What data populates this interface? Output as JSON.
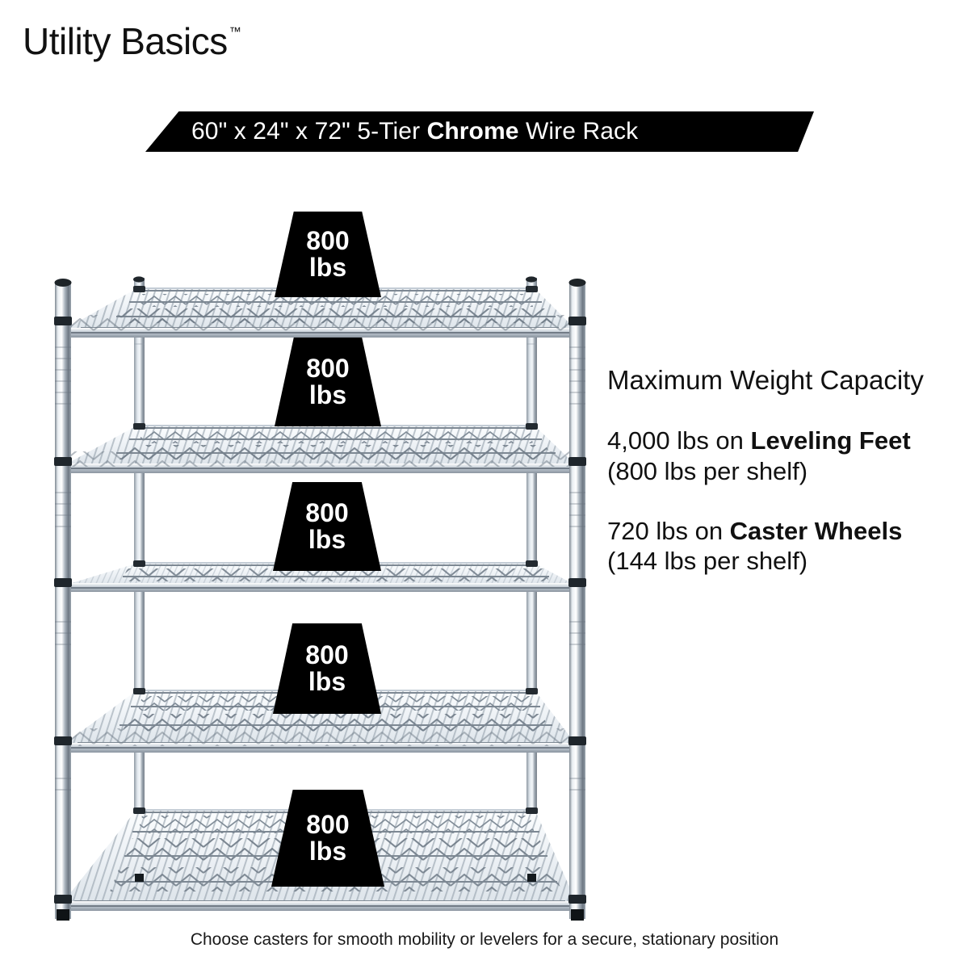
{
  "brand": {
    "name": "Utility Basics",
    "trademark": "™"
  },
  "banner": {
    "full_text": "60\" x 24\" x 72\" 5-Tier Chrome Wire Rack",
    "pre": "60\" x 24\" x 72\" 5-Tier ",
    "emphasis": "Chrome",
    "post": " Wire Rack"
  },
  "info": {
    "heading": "Maximum Weight Capacity",
    "leveling": {
      "pre": "4,000 lbs on ",
      "emphasis": "Leveling Feet",
      "post": " (800 lbs per shelf)",
      "total": "4,000 lbs",
      "per_shelf": "800 lbs",
      "mount": "Leveling Feet"
    },
    "caster": {
      "pre": "720 lbs on ",
      "emphasis": "Caster Wheels",
      "post": " (144 lbs per shelf)",
      "total": "720 lbs",
      "per_shelf": "144 lbs",
      "mount": "Caster Wheels"
    }
  },
  "caption": "Choose casters for smooth mobility or levelers for a secure, stationary position",
  "badges": [
    {
      "value": "800",
      "unit": "lbs",
      "shelf": 1
    },
    {
      "value": "800",
      "unit": "lbs",
      "shelf": 2
    },
    {
      "value": "800",
      "unit": "lbs",
      "shelf": 3
    },
    {
      "value": "800",
      "unit": "lbs",
      "shelf": 4
    },
    {
      "value": "800",
      "unit": "lbs",
      "shelf": 5
    }
  ],
  "product": {
    "width_in": "60\"",
    "depth_in": "24\"",
    "height_in": "72\"",
    "tiers": "5-Tier",
    "finish": "Chrome",
    "type": "Wire Rack",
    "shelf_count": 5
  },
  "colors": {
    "ink": "#111111",
    "banner_bg": "#000000",
    "banner_text": "#ffffff",
    "badge_bg": "#000000",
    "badge_text": "#ffffff",
    "page_bg": "#ffffff",
    "chrome_light": "#f2f5f8",
    "chrome_mid": "#b9c3cc",
    "chrome_dark": "#5d6874",
    "foot_black": "#141414"
  }
}
